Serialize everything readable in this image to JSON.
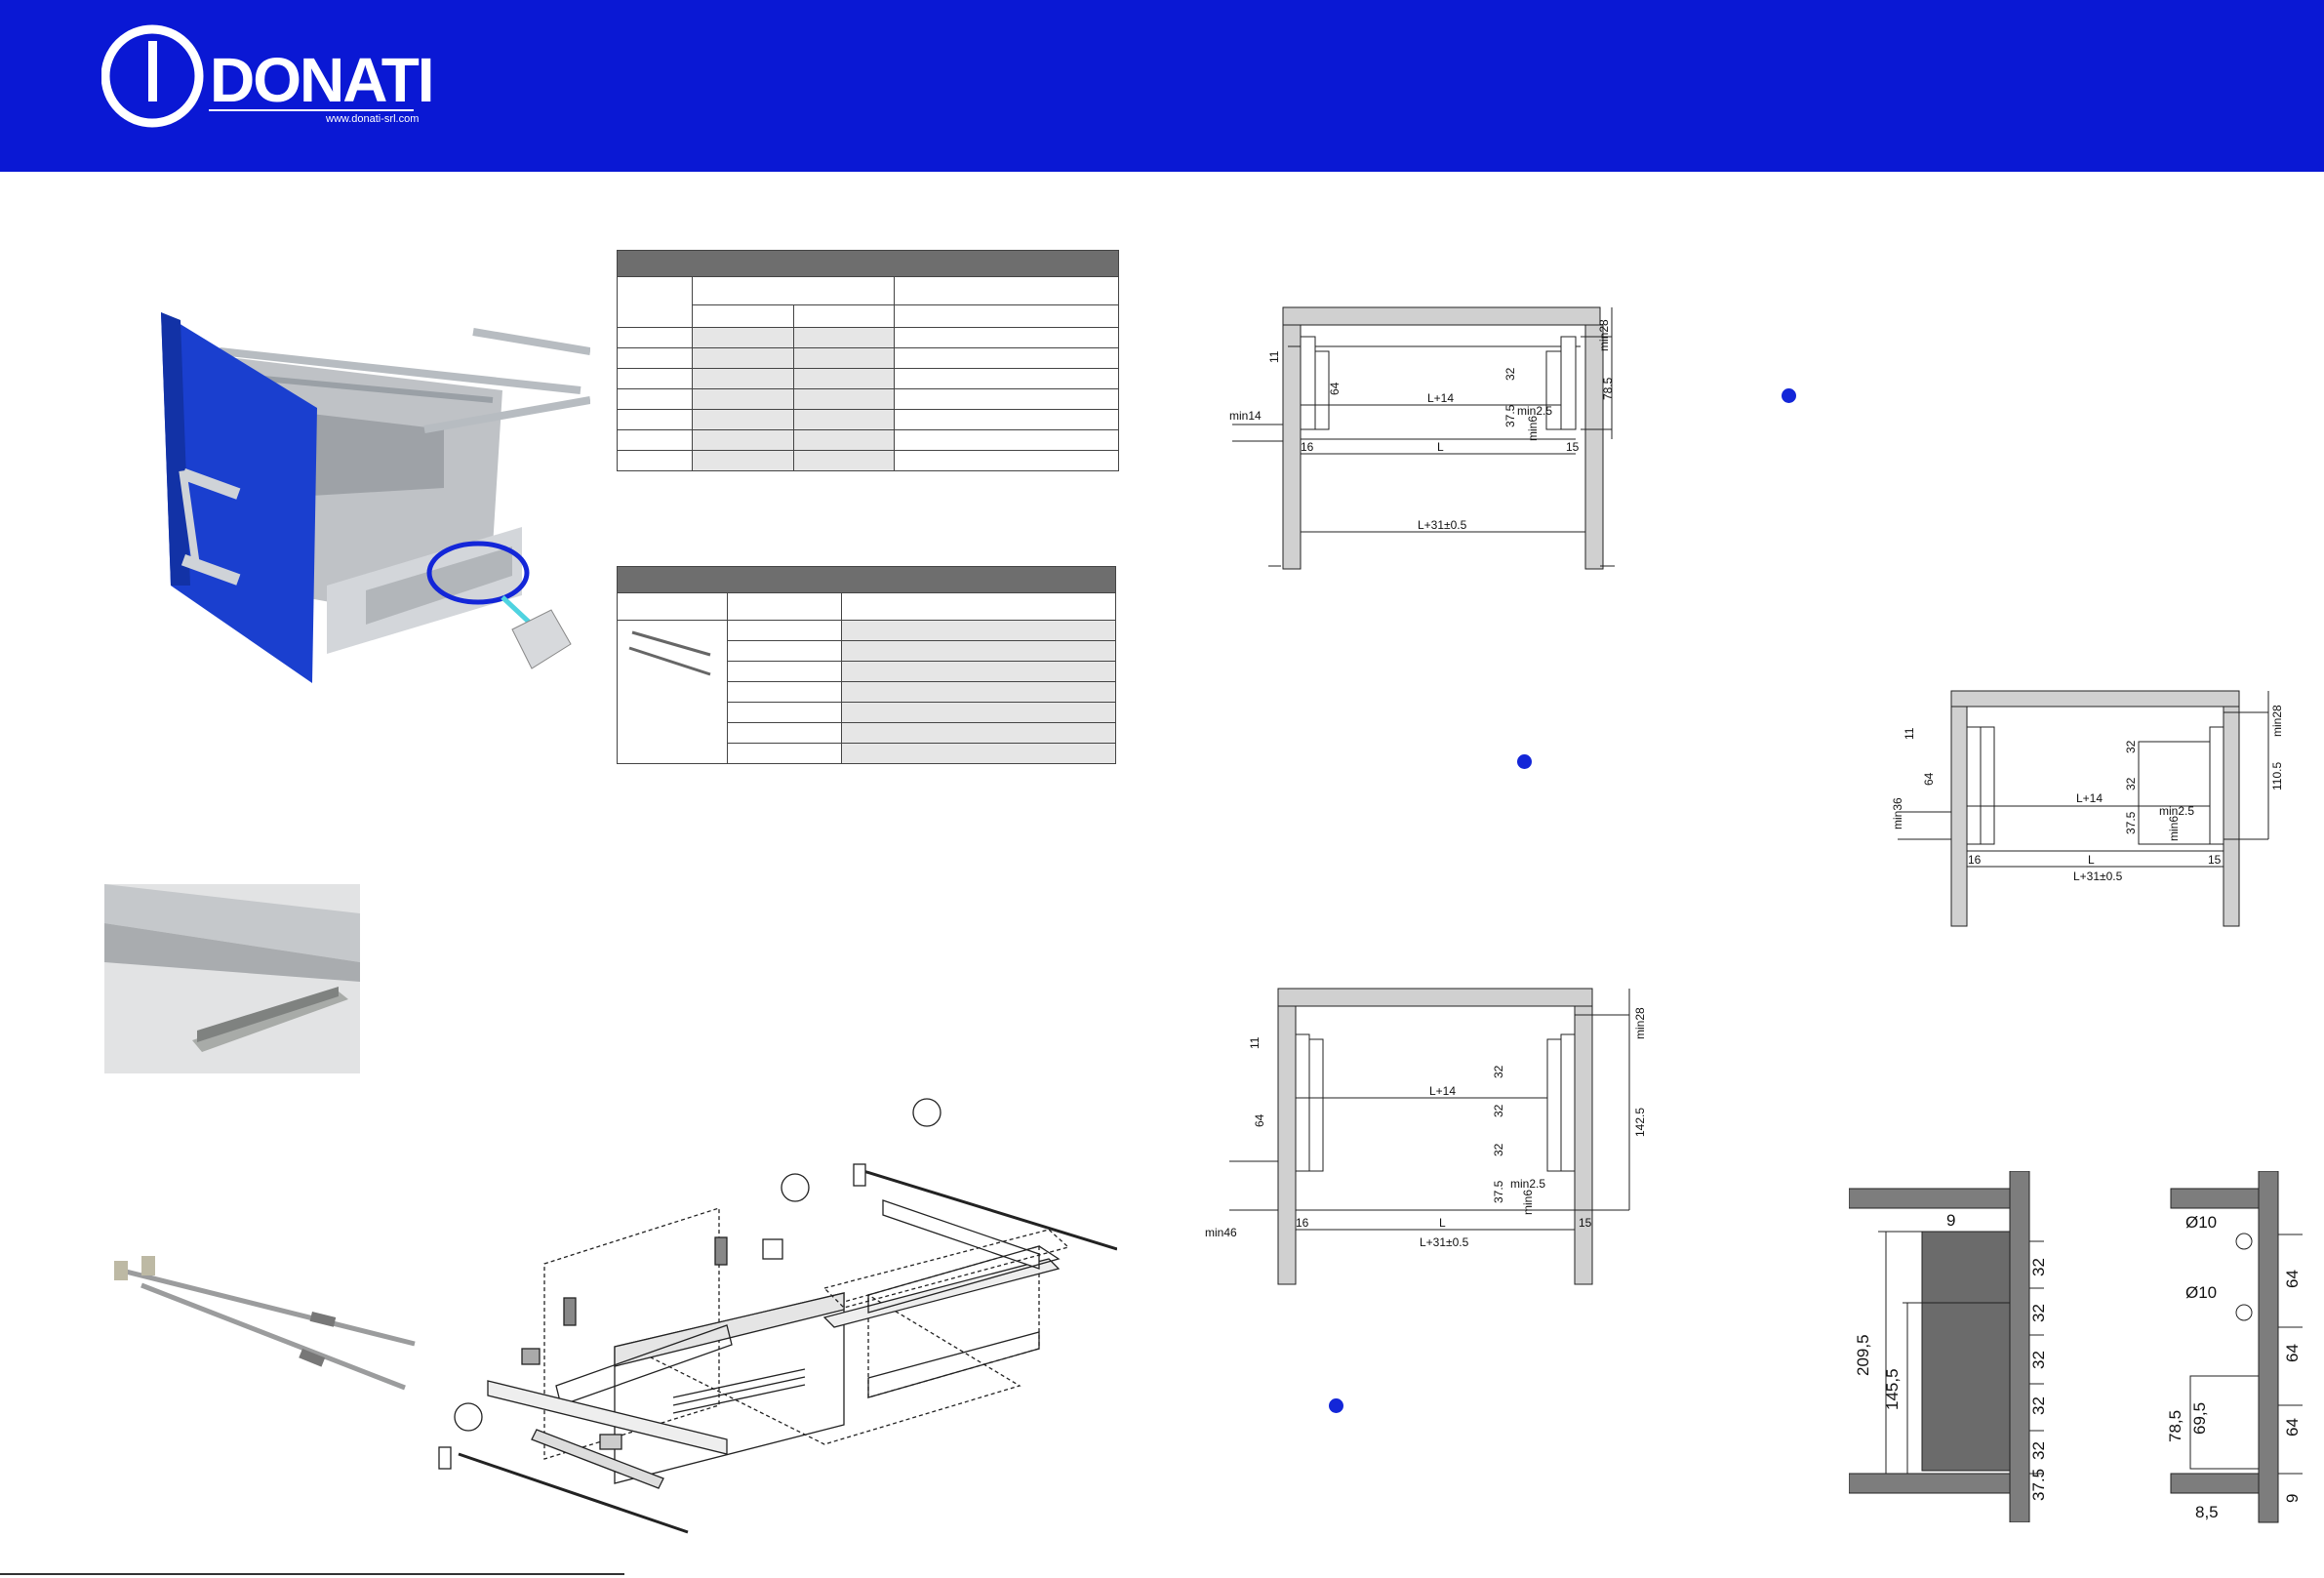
{
  "brand": {
    "name": "DONATI",
    "url": "www.donati-srl.com",
    "color": "#0a18d4"
  },
  "drawings": {
    "top": {
      "l14": "L+14",
      "l": "L",
      "l31": "L+31±0.5",
      "min14": "min14",
      "d11": "11",
      "d64": "64",
      "d16": "16",
      "d32": "32",
      "d375": "37.5",
      "min25": "min2.5",
      "min6": "min6",
      "d15": "15",
      "min28": "min28",
      "d785": "78.5"
    },
    "middle": {
      "l14": "L+14",
      "l": "L",
      "l31": "L+31±0.5",
      "min36": "min36",
      "d11": "11",
      "d64": "64",
      "d16": "16",
      "d32a": "32",
      "d32b": "32",
      "d375": "37.5",
      "min25": "min2.5",
      "min6": "min6",
      "d15": "15",
      "min28": "min28",
      "d1105": "110.5"
    },
    "bottom": {
      "l14": "L+14",
      "l": "L",
      "l31": "L+31±0.5",
      "min46": "min46",
      "d11": "11",
      "d64": "64",
      "d16": "16",
      "d32a": "32",
      "d32b": "32",
      "d32c": "32",
      "d375": "37.5",
      "min25": "min2.5",
      "min6": "min6",
      "d15": "15",
      "min28": "min28",
      "d1425": "142.5"
    },
    "holes_left": {
      "d9": "9",
      "d2095": "209,5",
      "d1455": "145,5",
      "d32a": "32",
      "d32b": "32",
      "d32c": "32",
      "d32d": "32",
      "d32e": "32",
      "d375": "37,5"
    },
    "holes_right": {
      "dia10a": "Ø10",
      "dia10b": "Ø10",
      "d64a": "64",
      "d64b": "64",
      "d64c": "64",
      "d785": "78,5",
      "d695": "69,5",
      "d9": "9",
      "d85": "8,5"
    }
  }
}
